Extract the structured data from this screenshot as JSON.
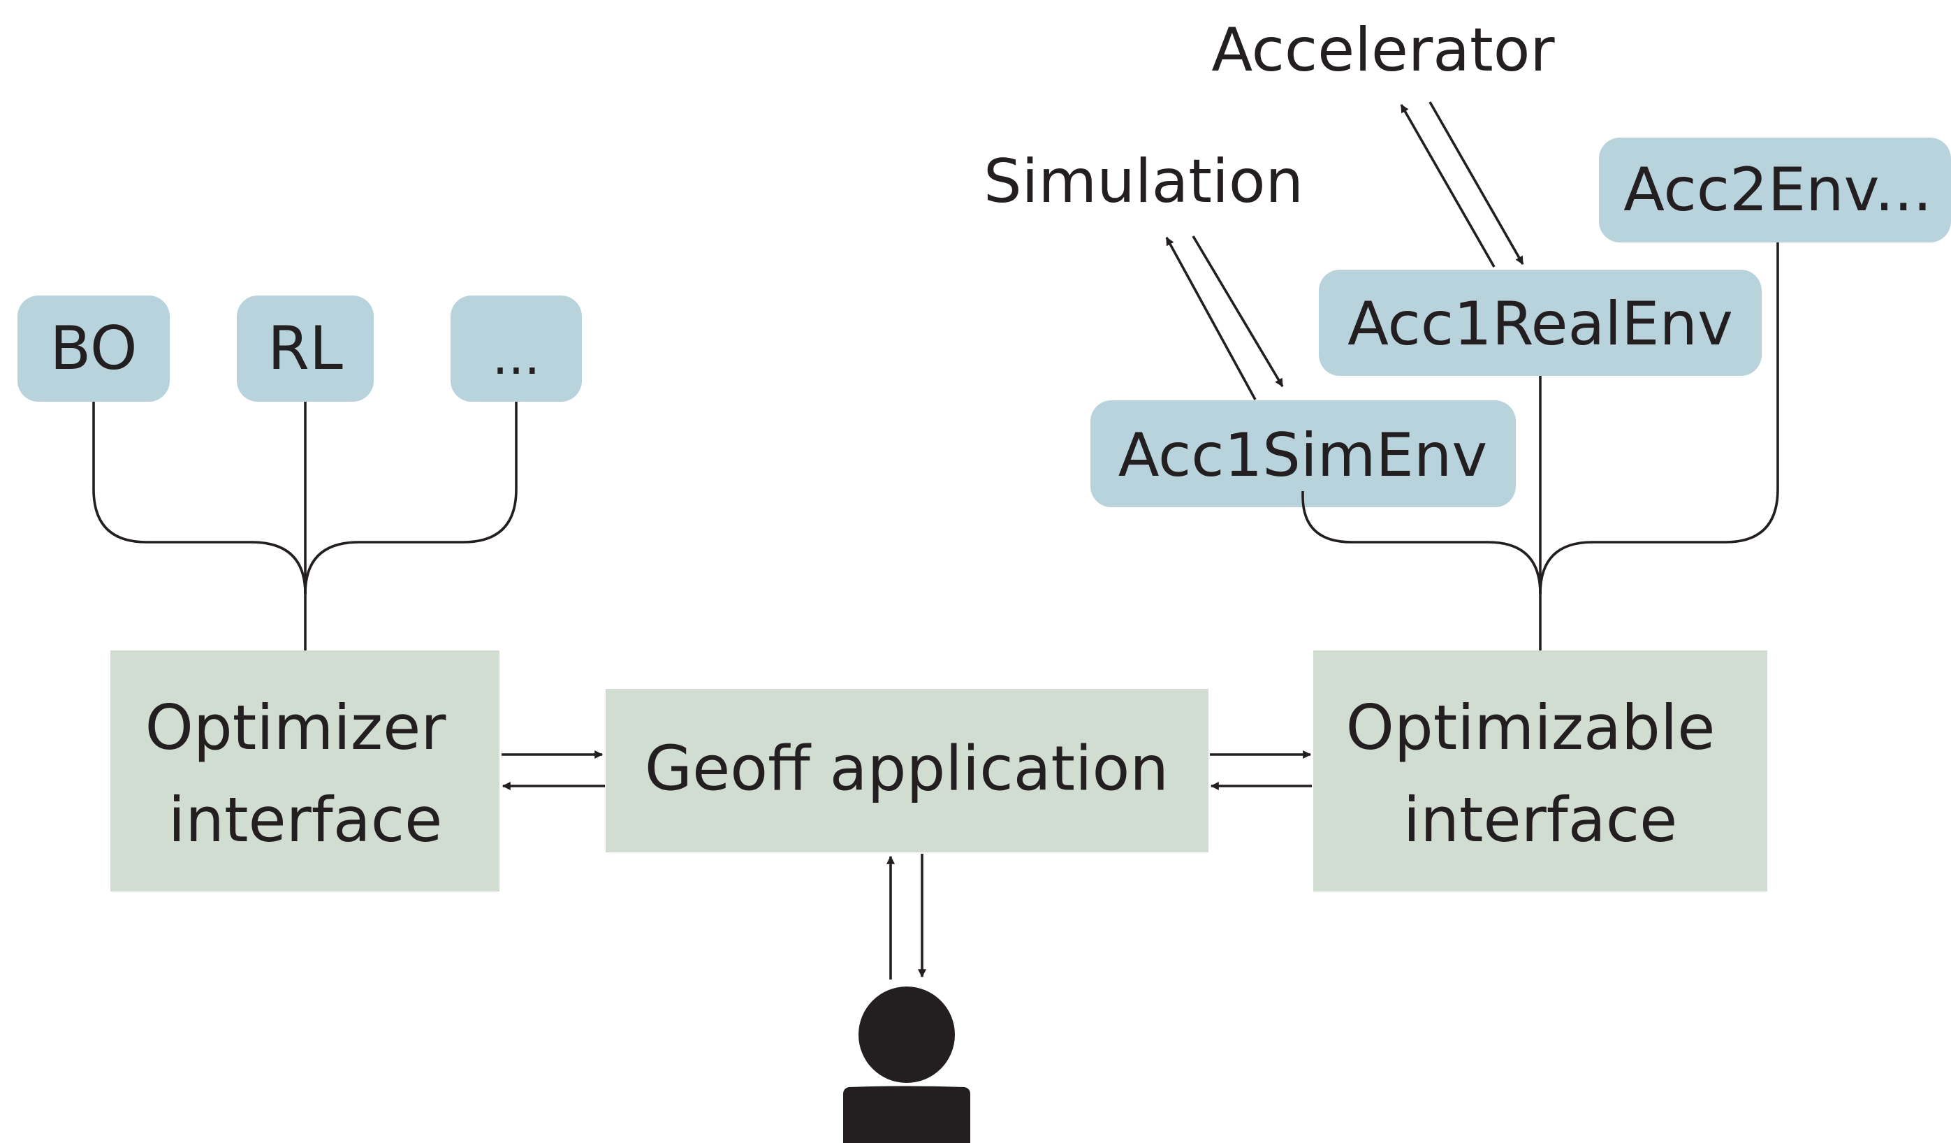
{
  "optimizers": {
    "bo": "BO",
    "rl": "RL",
    "more": "..."
  },
  "environments": {
    "sim_env": "Acc1SimEnv",
    "real_env": "Acc1RealEnv",
    "more_env": "Acc2Env..."
  },
  "external": {
    "simulation": "Simulation",
    "accelerator": "Accelerator"
  },
  "interfaces": {
    "optimizer": [
      "Optimizer",
      "interface"
    ],
    "optimizable": [
      "Optimizable",
      "interface"
    ]
  },
  "application": {
    "label": "Geoff application"
  },
  "user": {
    "icon": "person-icon"
  },
  "colors": {
    "plugin_box": "#b9d3dd",
    "interface_box": "#d1ddd0",
    "ink": "#231f20"
  }
}
